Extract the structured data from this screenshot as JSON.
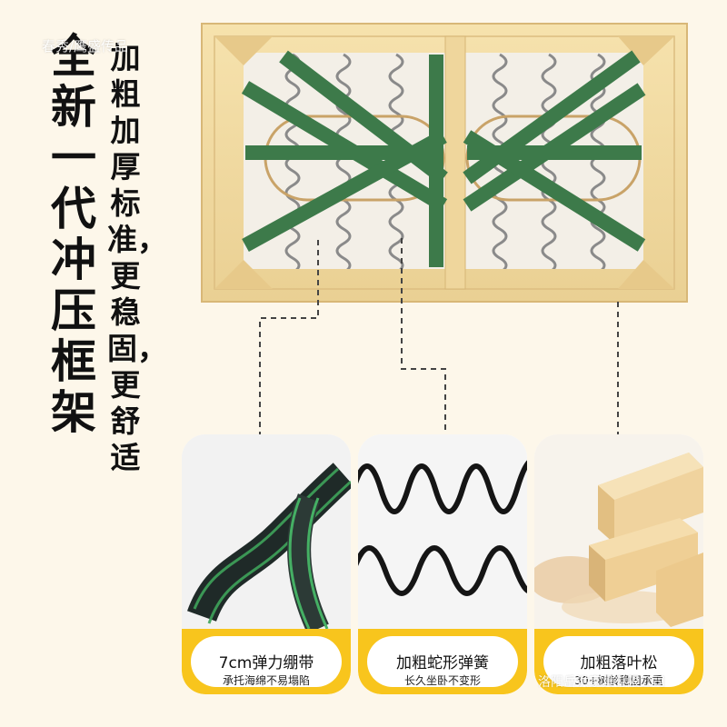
{
  "headline": "全新一代冲压框架",
  "subline": "加粗加厚标准，更稳固，更舒适",
  "watermark_top": "春秀/鹰盛传品",
  "watermark_bottom": "洛阳岳洪家具有限公司",
  "colors": {
    "background": "#fdf7ea",
    "accent": "#f8c51d",
    "wood": "#f1d79b",
    "band": "#3d7a4a"
  },
  "features": [
    {
      "title": "7cm弹力绷带",
      "subtitle": "承托海绵不易塌陷",
      "icon": "elastic-band-icon"
    },
    {
      "title": "加粗蛇形弹簧",
      "subtitle": "长久坐卧不变形",
      "icon": "serpentine-spring-icon"
    },
    {
      "title": "加粗落叶松",
      "subtitle": "30+树龄稳固承重",
      "icon": "larch-wood-icon"
    }
  ]
}
